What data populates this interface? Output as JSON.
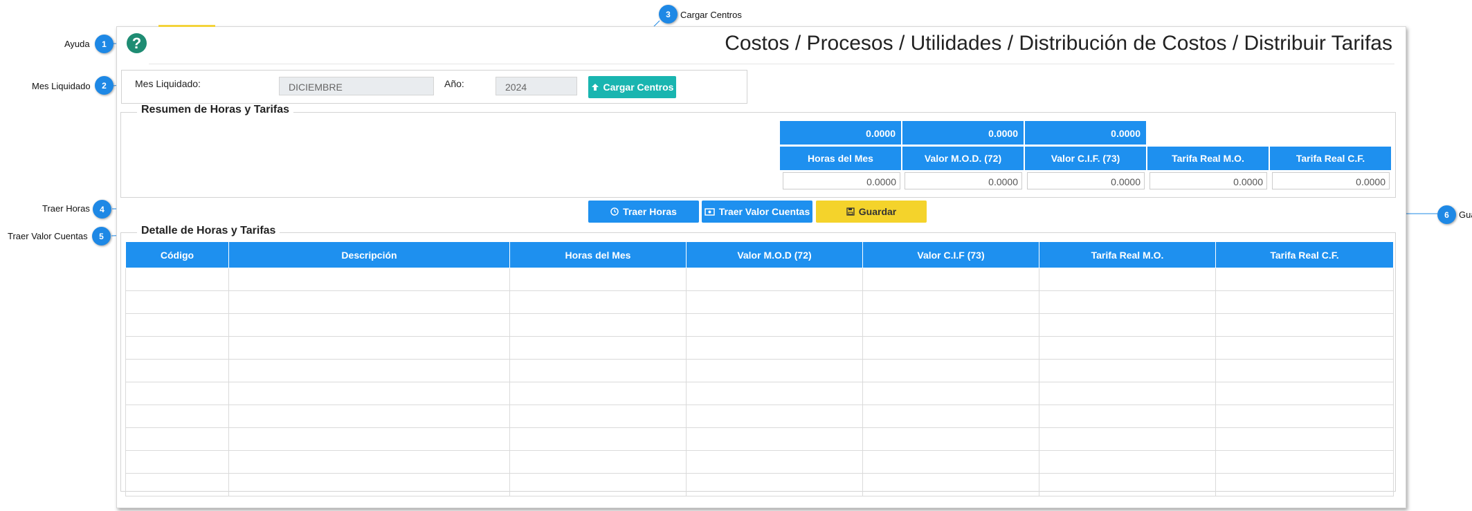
{
  "header": {
    "title": "Costos / Procesos / Utilidades / Distribución de Costos / Distribuir Tarifas",
    "help_glyph": "?"
  },
  "filters": {
    "mes_label": "Mes Liquidado:",
    "mes_value": "DICIEMBRE",
    "anio_label": "Año:",
    "anio_value": "2024",
    "cargar_centros_label": "Cargar Centros"
  },
  "resumen": {
    "legend": "Resumen de Horas y Tarifas",
    "top_values": [
      "0.0000",
      "0.0000",
      "0.0000"
    ],
    "headers": [
      "Horas del Mes",
      "Valor M.O.D. (72)",
      "Valor C.I.F. (73)",
      "Tarifa Real M.O.",
      "Tarifa Real C.F."
    ],
    "inputs": [
      "0.0000",
      "0.0000",
      "0.0000",
      "0.0000",
      "0.0000"
    ]
  },
  "actions": {
    "traer_horas_label": "Traer Horas",
    "traer_valor_cuentas_label": "Traer Valor Cuentas",
    "guardar_label": "Guardar"
  },
  "detalle": {
    "legend": "Detalle de Horas y Tarifas",
    "columns": [
      "Código",
      "Descripción",
      "Horas del Mes",
      "Valor M.O.D (72)",
      "Valor C.I.F (73)",
      "Tarifa Real M.O.",
      "Tarifa Real C.F."
    ],
    "empty_row_count": 10
  },
  "callouts": [
    {
      "num": "1",
      "label": "Ayuda"
    },
    {
      "num": "2",
      "label": "Mes Liquidado"
    },
    {
      "num": "3",
      "label": "Cargar Centros"
    },
    {
      "num": "4",
      "label": "Traer Horas"
    },
    {
      "num": "5",
      "label": "Traer Valor Cuentas"
    },
    {
      "num": "6",
      "label": "Guardar"
    }
  ],
  "colors": {
    "primary": "#1e90ef",
    "teal": "#19b5b0",
    "yellow": "#f4d32b",
    "help": "#1e8c73",
    "callout": "#1e88e5"
  },
  "icons": {
    "help": "question-circle-icon",
    "cargar": "arrow-up-icon",
    "traer_horas": "clock-icon",
    "traer_valor": "money-icon",
    "guardar": "floppy-disk-icon"
  }
}
